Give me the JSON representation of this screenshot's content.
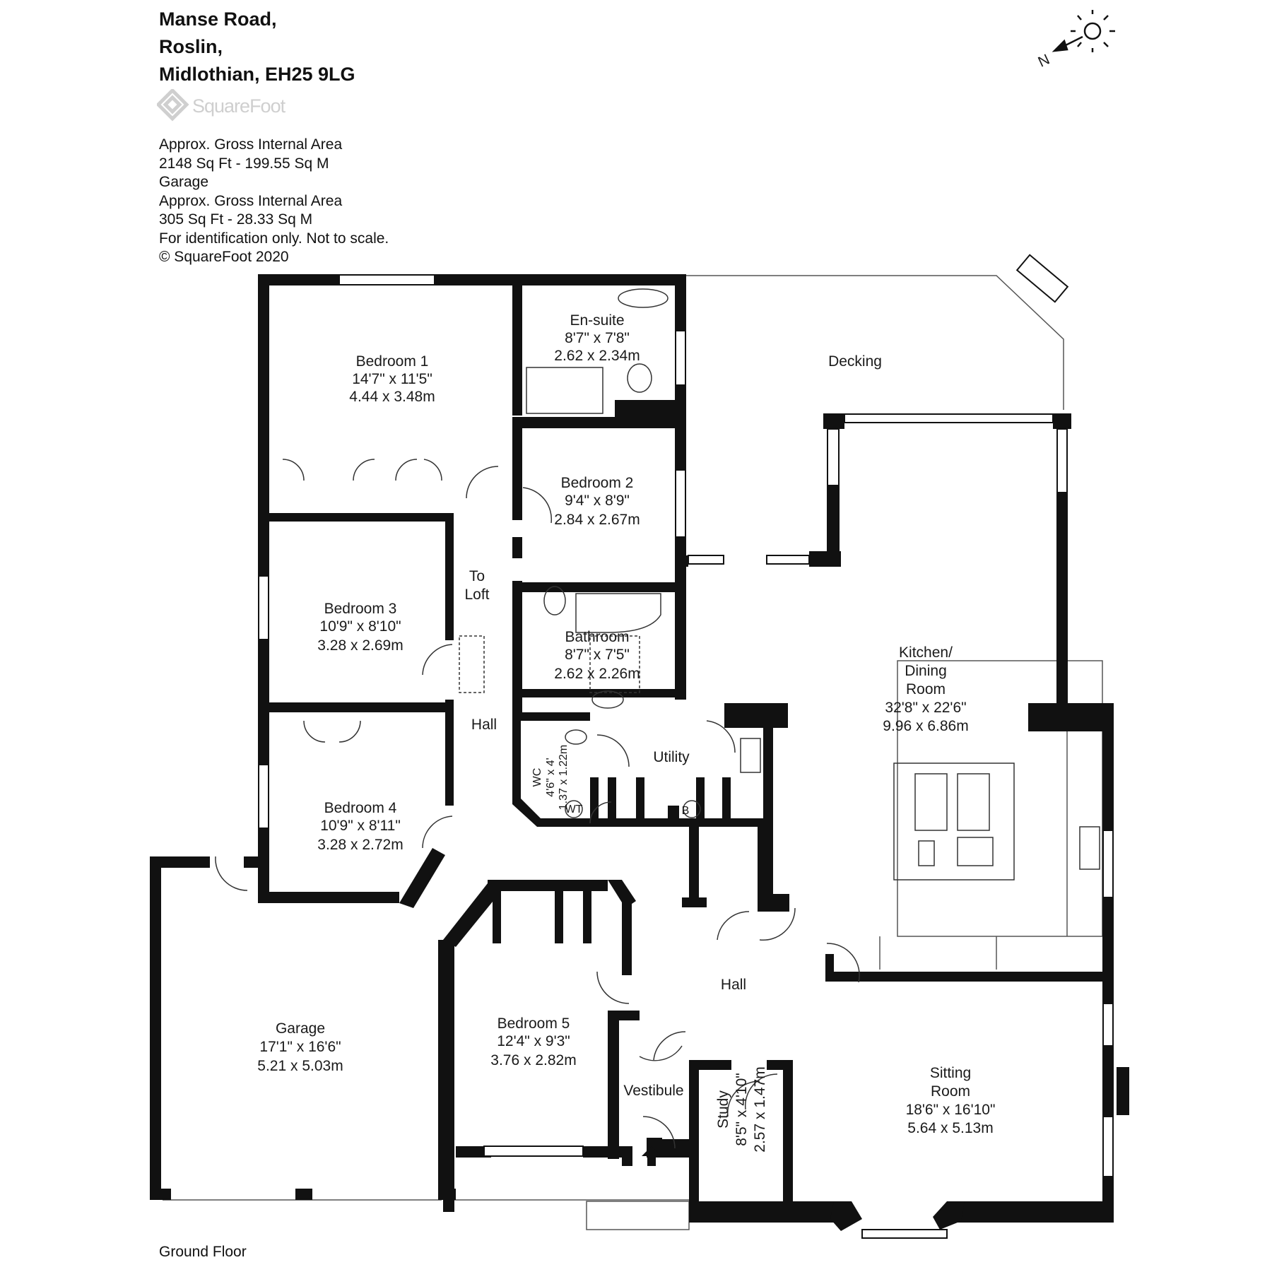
{
  "address": {
    "line1": "Manse Road,",
    "line2": "Roslin,",
    "line3": "Midlothian, EH25 9LG"
  },
  "logo": {
    "text": "SquareFoot",
    "icon": "squarefoot-logo-icon"
  },
  "area_info": {
    "line1": "Approx. Gross Internal Area",
    "line2": "2148 Sq Ft  -  199.55 Sq M",
    "line3": "Garage",
    "line4": "Approx. Gross Internal Area",
    "line5": "305 Sq Ft  -  28.33 Sq M",
    "line6": "For identification only. Not to scale.",
    "line7": "© SquareFoot 2020"
  },
  "compass": {
    "label": "N",
    "icon": "north-arrow-sun-icon"
  },
  "rooms": {
    "bedroom1": {
      "name": "Bedroom 1",
      "imperial": "14'7\" x 11'5\"",
      "metric": "4.44 x 3.48m"
    },
    "ensuite": {
      "name": "En-suite",
      "imperial": "8'7\" x 7'8\"",
      "metric": "2.62 x 2.34m"
    },
    "decking": {
      "name": "Decking"
    },
    "bedroom2": {
      "name": "Bedroom 2",
      "imperial": "9'4\" x 8'9\"",
      "metric": "2.84 x 2.67m"
    },
    "loft": {
      "line1": "To",
      "line2": "Loft"
    },
    "bedroom3": {
      "name": "Bedroom 3",
      "imperial": "10'9\" x 8'10\"",
      "metric": "3.28 x 2.69m"
    },
    "bathroom": {
      "name": "Bathroom",
      "imperial": "8'7\" x 7'5\"",
      "metric": "2.62 x 2.26m"
    },
    "kitchen": {
      "line1": "Kitchen/",
      "line2": "Dining",
      "line3": "Room",
      "imperial": "32'8\" x 22'6\"",
      "metric": "9.96 x 6.86m"
    },
    "hall_upper": {
      "name": "Hall"
    },
    "wc": {
      "name": "WC",
      "imperial": "4'6\" x 4'",
      "metric": "1.37 x 1.22m"
    },
    "utility": {
      "name": "Utility"
    },
    "bedroom4": {
      "name": "Bedroom 4",
      "imperial": "10'9\" x 8'11\"",
      "metric": "3.28 x 2.72m"
    },
    "hall_lower": {
      "name": "Hall"
    },
    "garage": {
      "name": "Garage",
      "imperial": "17'1\" x 16'6\"",
      "metric": "5.21 x 5.03m"
    },
    "bedroom5": {
      "name": "Bedroom 5",
      "imperial": "12'4\" x 9'3\"",
      "metric": "3.76 x 2.82m"
    },
    "vestibule": {
      "name": "Vestibule"
    },
    "study": {
      "name": "Study",
      "imperial": "8'5\" x 4'10\"",
      "metric": "2.57 x 1.47m"
    },
    "sitting": {
      "line1": "Sitting",
      "line2": "Room",
      "imperial": "18'6\" x 16'10\"",
      "metric": "5.64 x 5.13m"
    }
  },
  "fixtures": {
    "boiler": "B",
    "water_tank": "WT"
  },
  "floor_label": "Ground Floor"
}
